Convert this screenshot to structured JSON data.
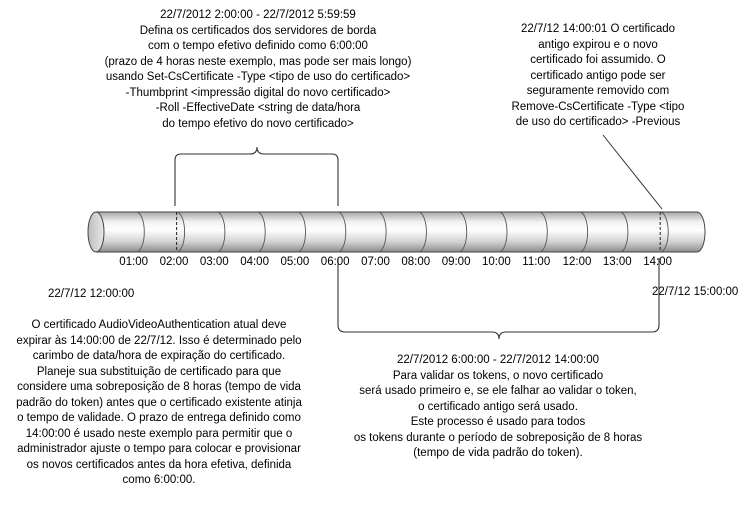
{
  "top_block": {
    "lines": [
      "22/7/2012 2:00:00 - 22/7/2012 5:59:59",
      "Defina os certificados dos servidores de borda",
      "com o tempo efetivo definido como 6:00:00",
      "(prazo de 4 horas neste exemplo, mas pode ser mais longo)",
      "usando Set-CsCertificate -Type <tipo de uso do certificado>",
      "-Thumbprint <impressão digital do novo certificado>",
      "-Roll -EffectiveDate <string de data/hora",
      "do tempo efetivo do novo certificado>"
    ]
  },
  "right_block": {
    "lines": [
      "22/7/12 14:00:01 O certificado",
      "antigo expirou e o novo",
      "certificado foi assumido. O",
      "certificado antigo pode ser",
      "seguramente removido com",
      "Remove-CsCertificate -Type <tipo",
      "de uso do certificado> -Previous"
    ]
  },
  "timeline": {
    "hours": [
      "01:00",
      "02:00",
      "03:00",
      "04:00",
      "05:00",
      "06:00",
      "07:00",
      "08:00",
      "09:00",
      "10:00",
      "11:00",
      "12:00",
      "13:00",
      "14:00"
    ],
    "start_label": "22/7/12 12:00:00",
    "end_label": "22/7/12 15:00:00"
  },
  "left_block": {
    "lines": [
      "O certificado AudioVideoAuthentication atual deve",
      "expirar às 14:00:00 de 22/7/12. Isso é determinado pelo",
      "carimbo de data/hora de expiração do certificado.",
      "Planeje sua substituição de certificado para que",
      "considere uma sobreposição de 8 horas (tempo de vida",
      "padrão do token) antes que o certificado existente atinja",
      "o tempo de validade. O prazo de entrega definido como",
      "14:00:00 é usado neste exemplo para permitir que o",
      "administrador ajuste o tempo para colocar e provisionar",
      "os novos certificados antes da hora efetiva, definida",
      "como 6:00:00."
    ]
  },
  "bottom_block": {
    "lines": [
      "22/7/2012 6:00:00 - 22/7/2012 14:00:00",
      "Para validar os tokens, o novo certificado",
      "será usado primeiro e, se ele falhar ao validar o token,",
      "o certificado antigo será usado.",
      "Este processo é usado para todos",
      "os tokens durante o período de sobreposição de 8 horas",
      "(tempo de vida padrão do token)."
    ]
  }
}
